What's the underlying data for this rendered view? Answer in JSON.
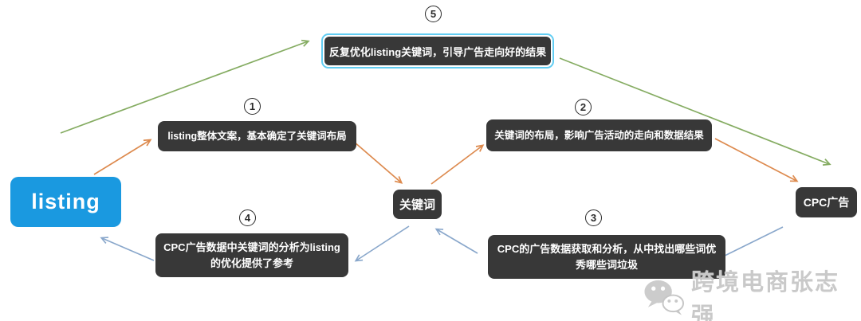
{
  "diagram": {
    "nodes": {
      "listing": {
        "label": "listing"
      },
      "keyword": {
        "label": "关键词"
      },
      "cpc": {
        "label": "CPC广告"
      }
    },
    "steps": [
      {
        "num": "1",
        "text": "listing整体文案，基本确定了关键词布局"
      },
      {
        "num": "2",
        "text": "关键词的布局，影响广告活动的走向和数据结果"
      },
      {
        "num": "3",
        "text": "CPC的广告数据获取和分析，从中找出哪些词优秀哪些词垃圾"
      },
      {
        "num": "4",
        "text": "CPC广告数据中关键词的分析为listing的优化提供了参考"
      },
      {
        "num": "5",
        "text": "反复优化listing关键词，引导广告走向好的结果"
      }
    ],
    "edges": [
      {
        "from": "listing",
        "to": "step-1",
        "color": "orange"
      },
      {
        "from": "step-1",
        "to": "keyword",
        "color": "orange"
      },
      {
        "from": "keyword",
        "to": "step-2",
        "color": "orange"
      },
      {
        "from": "step-2",
        "to": "cpc",
        "color": "orange"
      },
      {
        "from": "listing",
        "to": "step-5",
        "color": "green"
      },
      {
        "from": "step-5",
        "to": "cpc",
        "color": "green"
      },
      {
        "from": "cpc",
        "to": "step-3",
        "color": "blue"
      },
      {
        "from": "step-3",
        "to": "keyword",
        "color": "blue"
      },
      {
        "from": "keyword",
        "to": "step-4",
        "color": "blue"
      },
      {
        "from": "step-4",
        "to": "listing",
        "color": "blue"
      }
    ]
  },
  "colors": {
    "arrow_orange": "#dd8a4e",
    "arrow_green": "#85ac62",
    "arrow_blue": "#89a7cb",
    "node_dark": "#383838",
    "listing_blue": "#1a99e0",
    "highlight_border": "#62cdf2",
    "watermark_gray": "#c9c9c9"
  },
  "watermark": {
    "icon": "wechat-icon",
    "text": "跨境电商张志强"
  }
}
